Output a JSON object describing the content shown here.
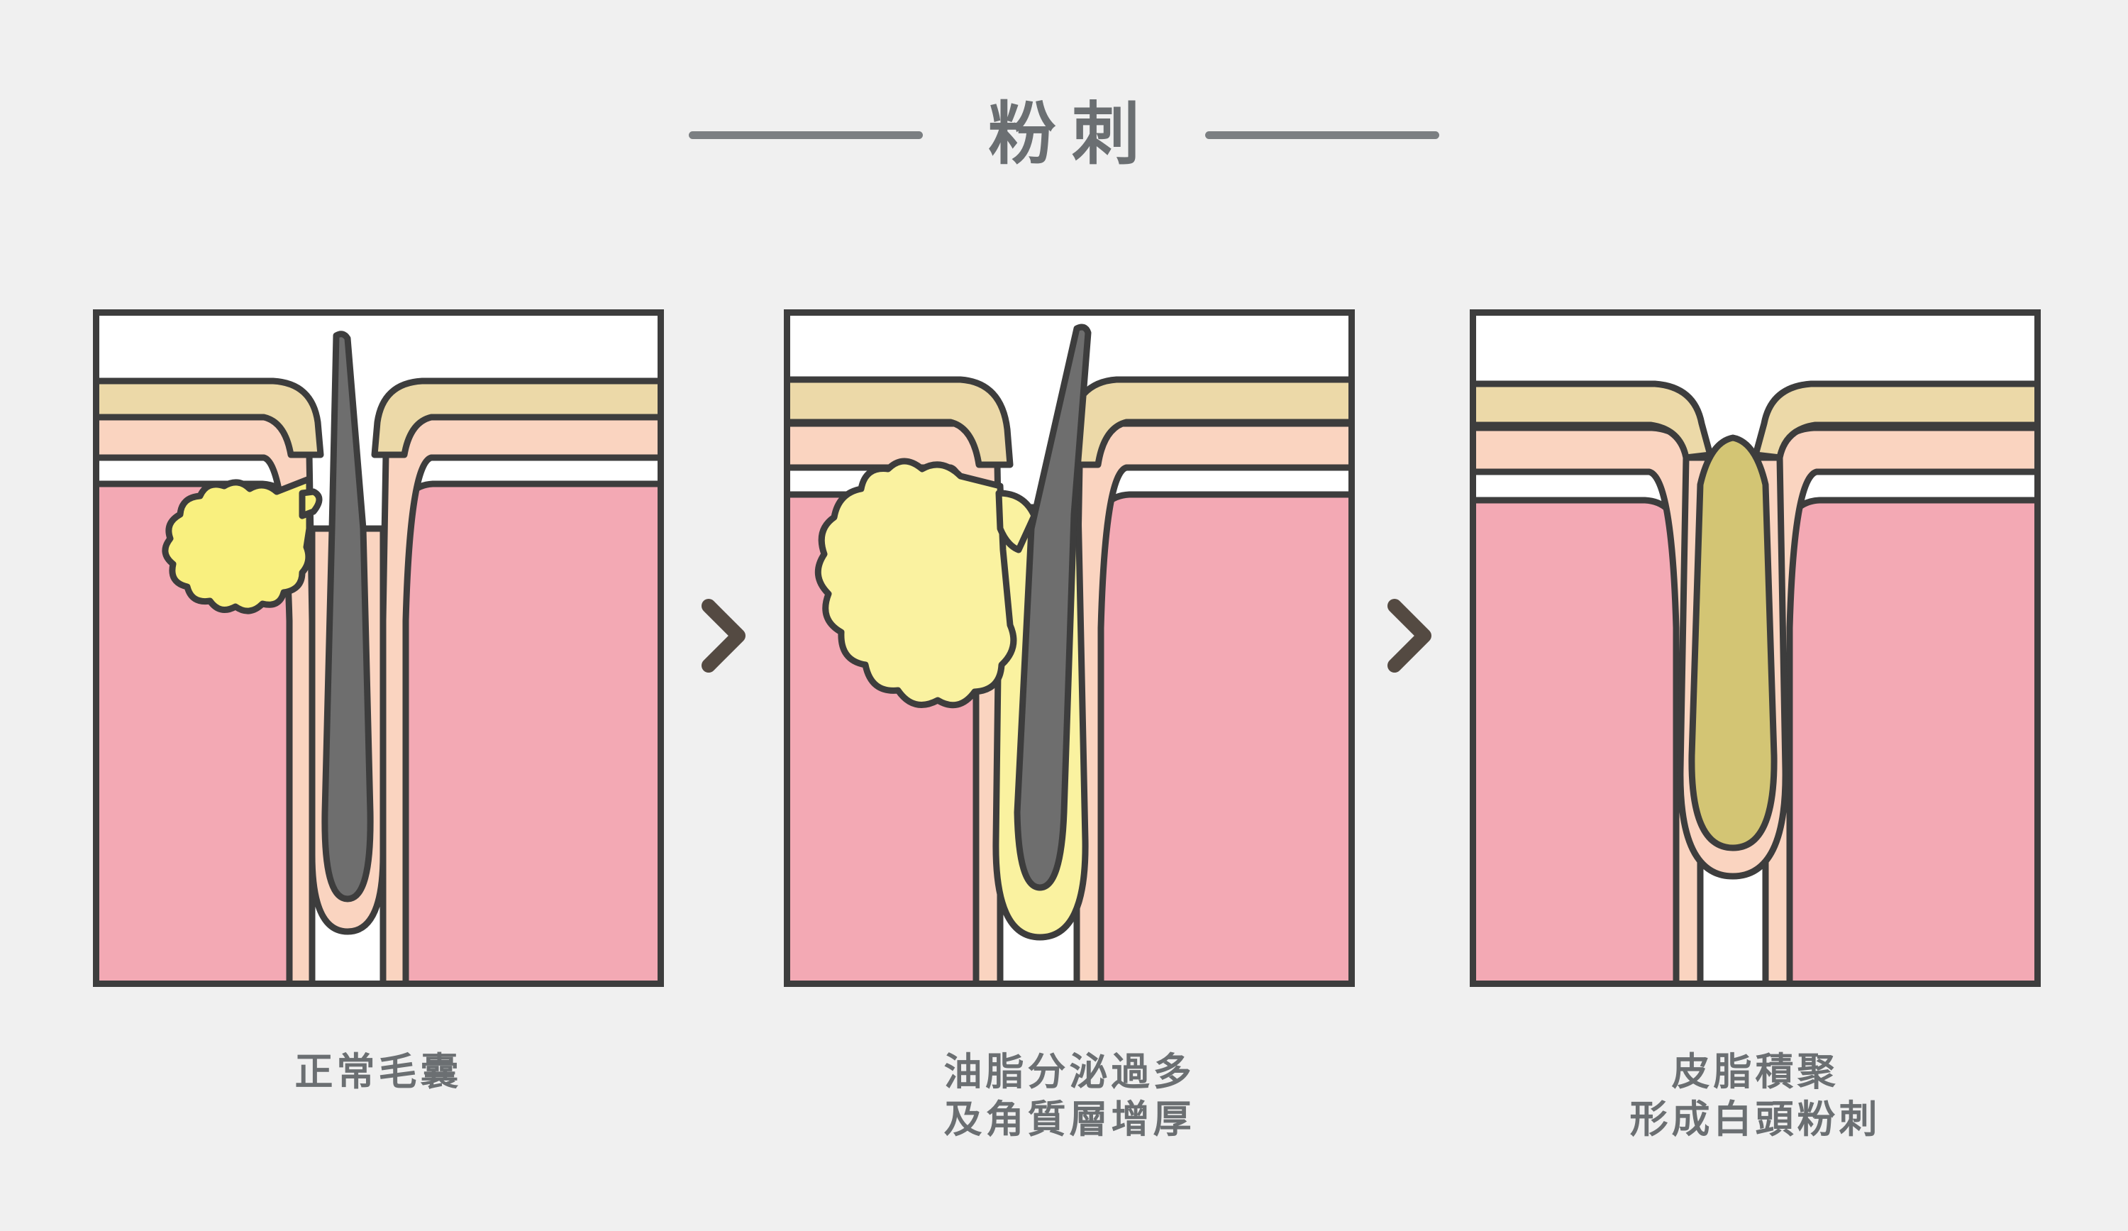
{
  "page": {
    "background_color": "#f0f0f0",
    "title": "粉刺",
    "title_color": "#6b6f72",
    "rule_color": "#7b7f82"
  },
  "arrows": {
    "icon": "chevron-right-icon",
    "color": "#544a42",
    "items": [
      {
        "label": ">"
      },
      {
        "label": ">"
      }
    ]
  },
  "palette": {
    "outline": "#3d3d3d",
    "air": "#ffffff",
    "stratum_corneum": "#ecd9a8",
    "epidermis": "#fad4c0",
    "dermis": "#f3a9b4",
    "hair_shaft": "#6e6e6e",
    "sebaceous_gland": "#f9f07f",
    "sebum_fill": "#faf2a0",
    "comedone_plug": "#d3c574",
    "panel_border": "#3d3d3d"
  },
  "panels": [
    {
      "id": "panel-normal-follicle",
      "stage_number": 1,
      "caption_lines": [
        "正常毛囊"
      ],
      "layers": [
        {
          "name": "air",
          "color": "#ffffff"
        },
        {
          "name": "stratum-corneum",
          "color": "#ecd9a8"
        },
        {
          "name": "epidermis",
          "color": "#fad4c0"
        },
        {
          "name": "dermis",
          "color": "#f3a9b4"
        }
      ],
      "features": [
        {
          "name": "hair-shaft",
          "color": "#6e6e6e",
          "state": "emerging-above-skin"
        },
        {
          "name": "hair-follicle",
          "color": "#fad4c0",
          "state": "normal"
        },
        {
          "name": "sebaceous-gland",
          "color": "#f9f07f",
          "state": "normal-size"
        },
        {
          "name": "sebaceous-duct",
          "color": "#f9f07f",
          "state": "open"
        }
      ]
    },
    {
      "id": "panel-excess-sebum",
      "stage_number": 2,
      "caption_lines": [
        "油脂分泌過多",
        "及角質層增厚"
      ],
      "layers": [
        {
          "name": "air",
          "color": "#ffffff"
        },
        {
          "name": "stratum-corneum",
          "color": "#ecd9a8"
        },
        {
          "name": "epidermis",
          "color": "#fad4c0"
        },
        {
          "name": "dermis",
          "color": "#f3a9b4"
        }
      ],
      "features": [
        {
          "name": "hair-shaft",
          "color": "#6e6e6e",
          "state": "emerging-above-skin"
        },
        {
          "name": "hair-follicle",
          "color": "#faf2a0",
          "state": "filled-with-sebum"
        },
        {
          "name": "sebaceous-gland",
          "color": "#faf2a0",
          "state": "enlarged"
        },
        {
          "name": "sebaceous-duct",
          "color": "#faf2a0",
          "state": "overproducing"
        },
        {
          "name": "thickened-stratum-corneum",
          "color": "#ecd9a8",
          "state": "thickened"
        }
      ]
    },
    {
      "id": "panel-whitehead-comedone",
      "stage_number": 3,
      "caption_lines": [
        "皮脂積聚",
        "形成白頭粉刺"
      ],
      "layers": [
        {
          "name": "air",
          "color": "#ffffff"
        },
        {
          "name": "stratum-corneum",
          "color": "#ecd9a8"
        },
        {
          "name": "epidermis",
          "color": "#fad4c0"
        },
        {
          "name": "dermis",
          "color": "#f3a9b4"
        }
      ],
      "features": [
        {
          "name": "comedone-plug",
          "color": "#d3c574",
          "state": "blocked-pore"
        },
        {
          "name": "hair-follicle",
          "color": "#fad4c0",
          "state": "distended"
        },
        {
          "name": "pore-opening",
          "color": "#ecd9a8",
          "state": "closed"
        }
      ]
    }
  ],
  "diagram_flow": {
    "type": "process-sequence",
    "step_count": 3,
    "steps": [
      "正常毛囊",
      "油脂分泌過多及角質層增厚",
      "皮脂積聚形成白頭粉刺"
    ]
  }
}
